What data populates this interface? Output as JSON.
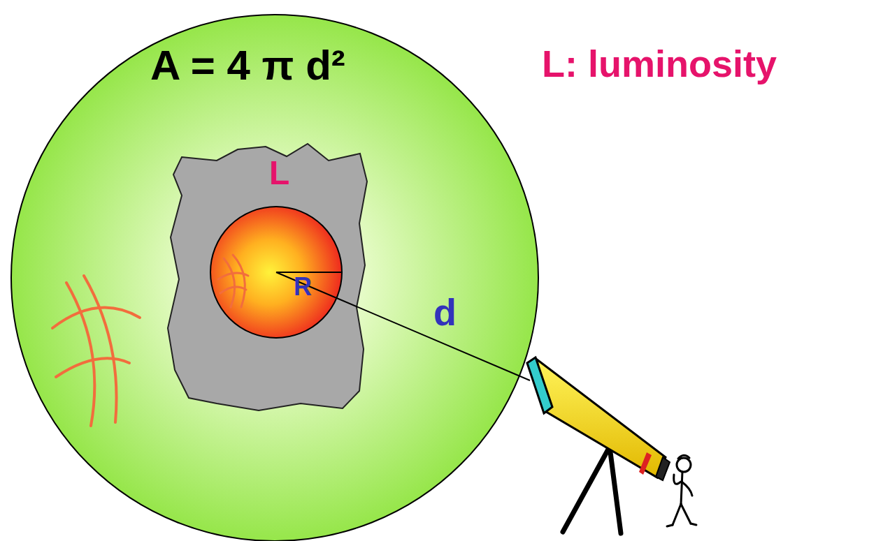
{
  "diagram": {
    "nodes": [
      {
        "text": [
          "A = 4 π d²"
        ]
      },
      {
        "text": [
          "L"
        ],
        "in": 0
      },
      {
        "text": [
          "R"
        ],
        "in": 1
      }
    ],
    "labels": [
      "d",
      "L: luminosity"
    ]
  }
}
